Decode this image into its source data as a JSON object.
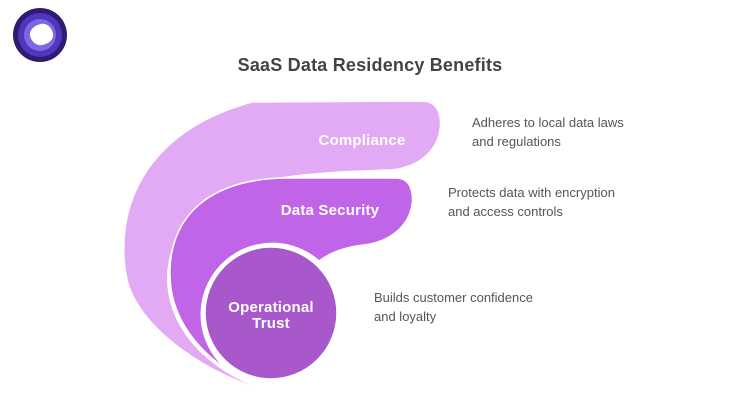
{
  "logo": {
    "name": "purple-swirl-logo",
    "colors": {
      "outer": "#2f1c72",
      "mid": "#5035bd",
      "inner": "#7d68e4",
      "core": "#ffffff"
    }
  },
  "header": {
    "title": "SaaS Data Residency Benefits"
  },
  "diagram": {
    "type": "nested-swoosh-infographic",
    "items": [
      {
        "label": "Compliance",
        "description": "Adheres to local data laws\nand regulations",
        "color": "#e2a9f4"
      },
      {
        "label": "Data Security",
        "description": "Protects data with encryption\nand access controls",
        "color": "#c065e8"
      },
      {
        "label": "Operational\nTrust",
        "description": "Builds customer confidence\nand loyalty",
        "color": "#a958cc"
      }
    ]
  }
}
